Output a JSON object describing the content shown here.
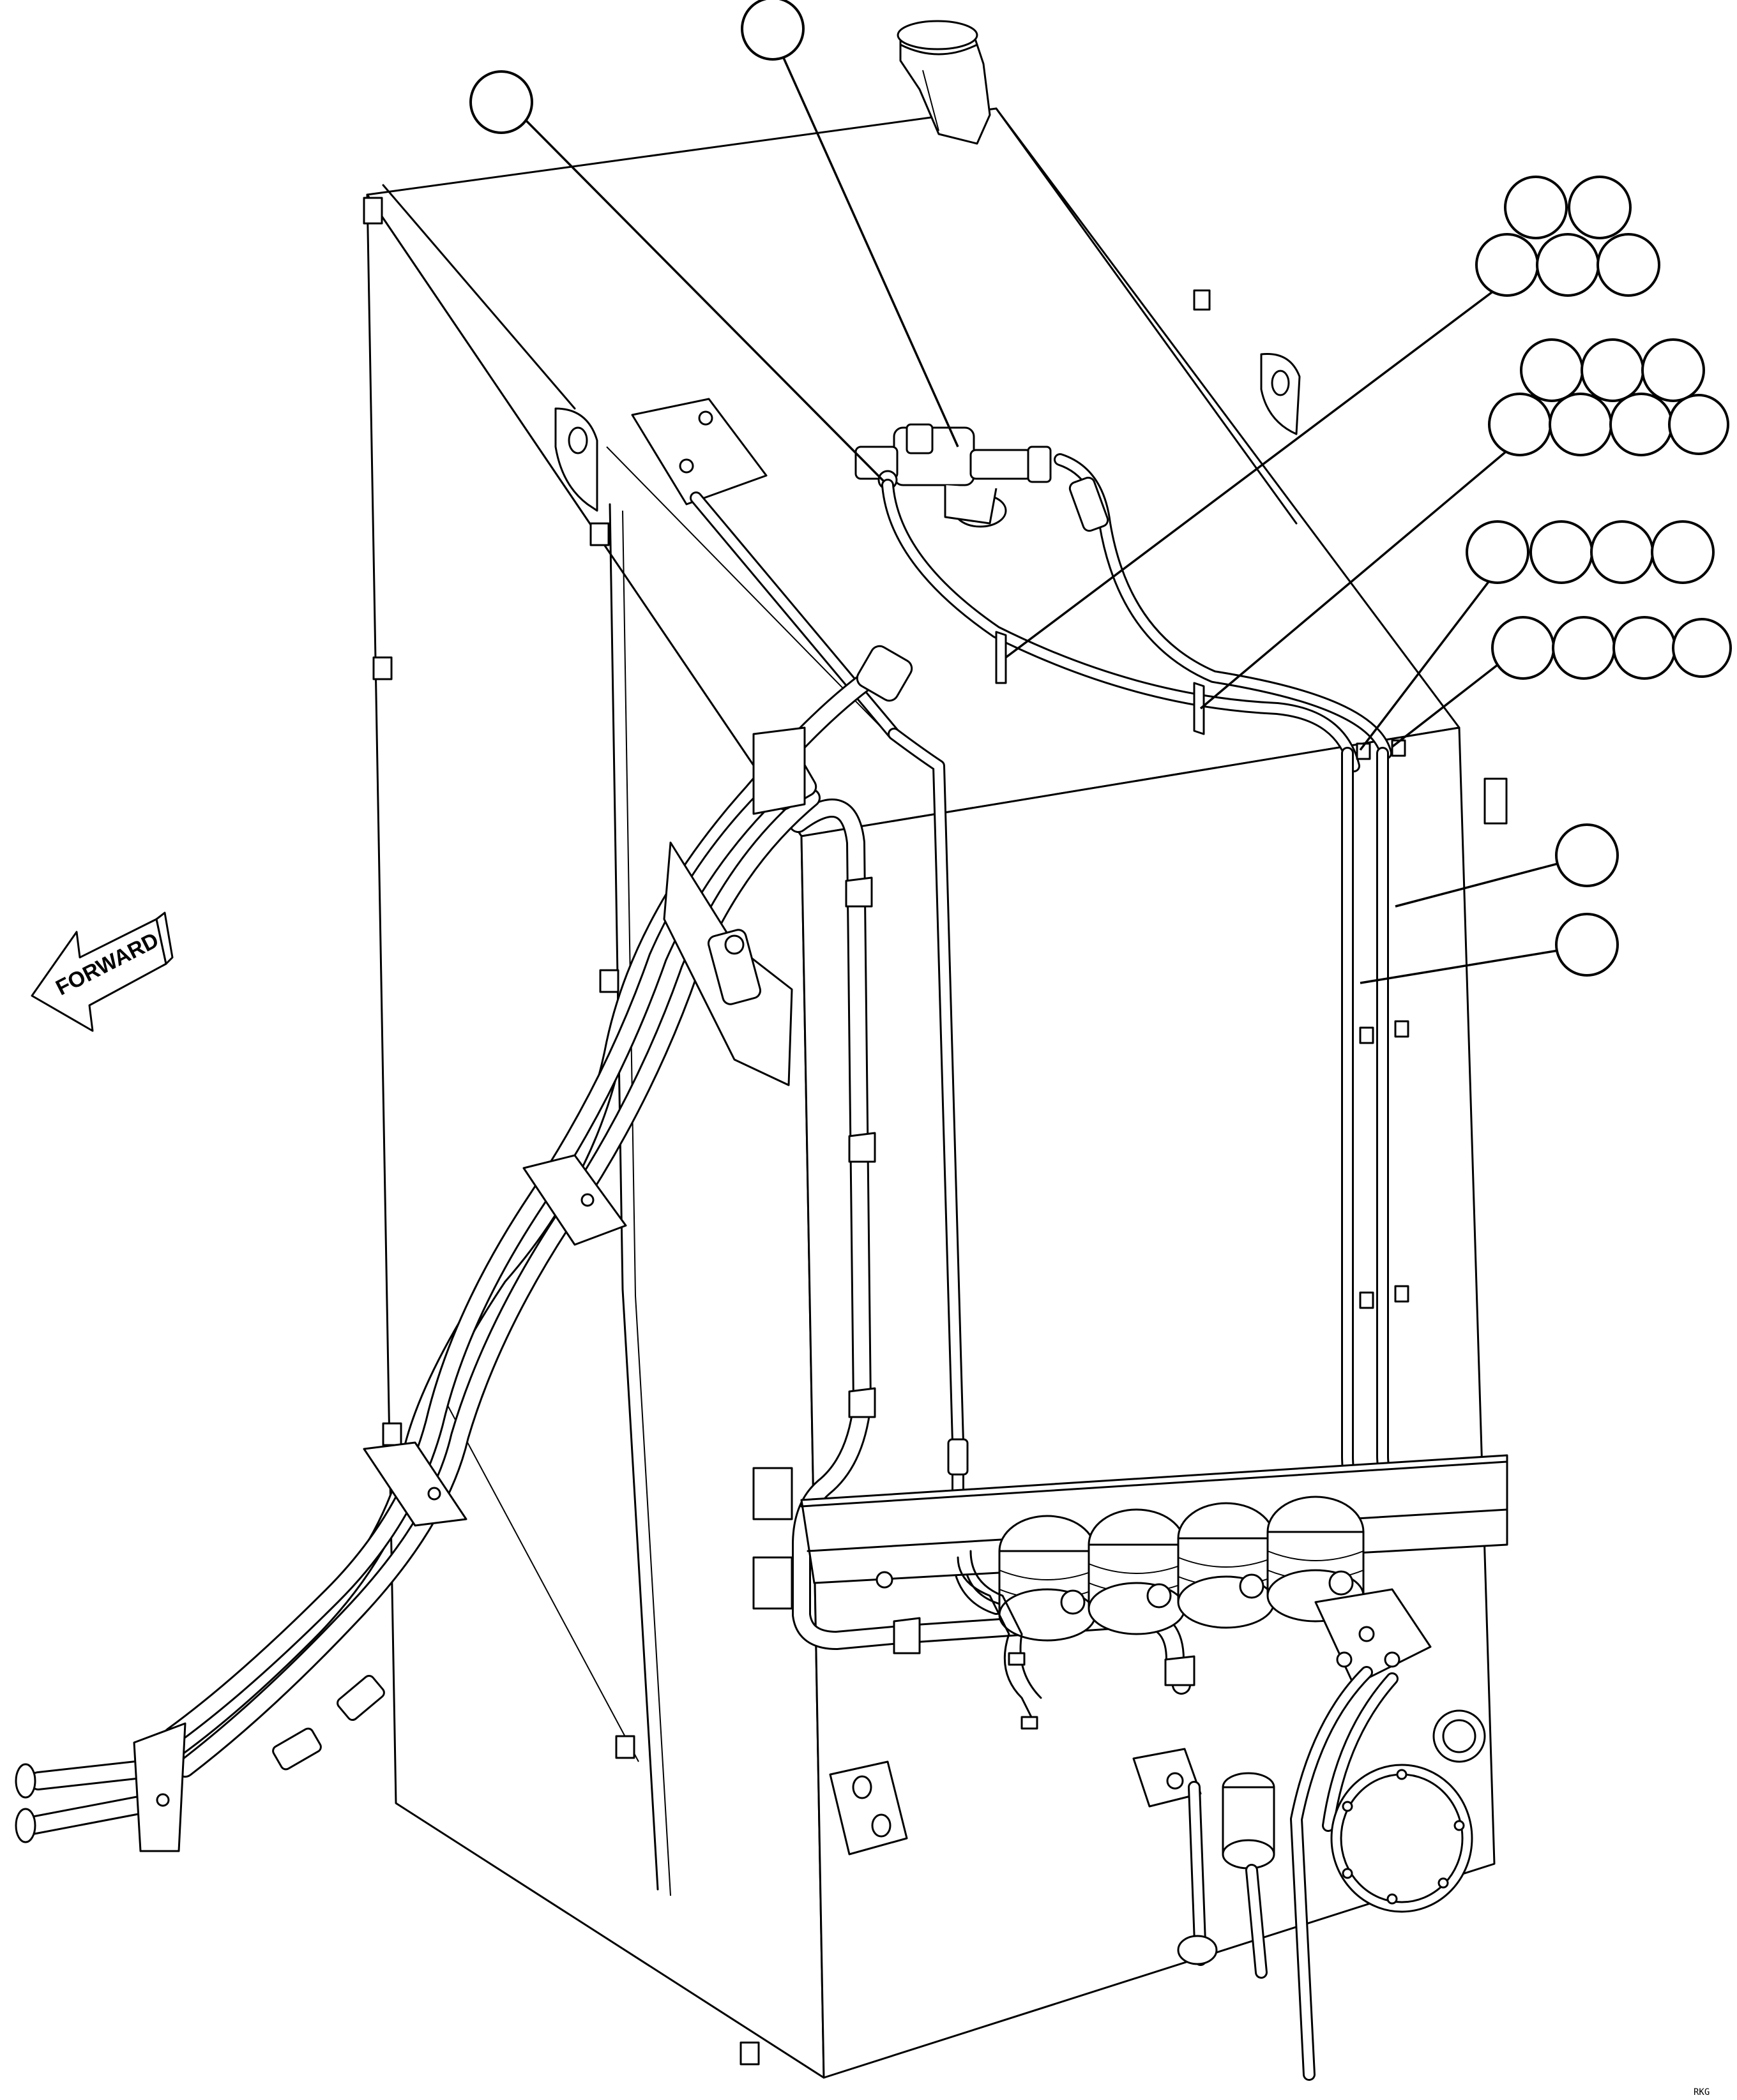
{
  "figure": {
    "forward_label": "FORWARD",
    "figure_code": "RKG"
  },
  "callouts": [
    {
      "id": "c-top-left",
      "cx": 0,
      "text": ""
    }
  ]
}
